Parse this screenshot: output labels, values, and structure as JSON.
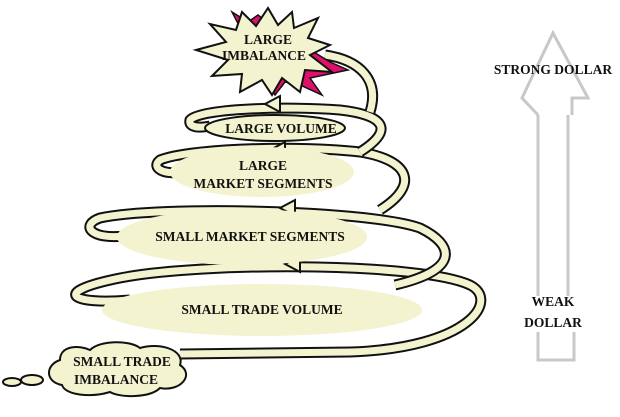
{
  "diagram": {
    "spiral_labels": {
      "large_imbalance": [
        "LARGE",
        "IMBALANCE"
      ],
      "large_volume": "LARGE VOLUME",
      "large_market_segments": [
        "LARGE",
        "MARKET SEGMENTS"
      ],
      "small_market_segments": "SMALL MARKET SEGMENTS",
      "small_trade_volume": "SMALL TRADE VOLUME",
      "small_trade_imbalance": [
        "SMALL TRADE",
        "IMBALANCE"
      ]
    },
    "dollar_arrow": {
      "top_label": "STRONG DOLLAR",
      "bottom_label": [
        "WEAK",
        "DOLLAR"
      ]
    },
    "colors": {
      "fill": "#f3f3cf",
      "accent": "#e0106a",
      "arrow": "#c8c8c8"
    }
  }
}
